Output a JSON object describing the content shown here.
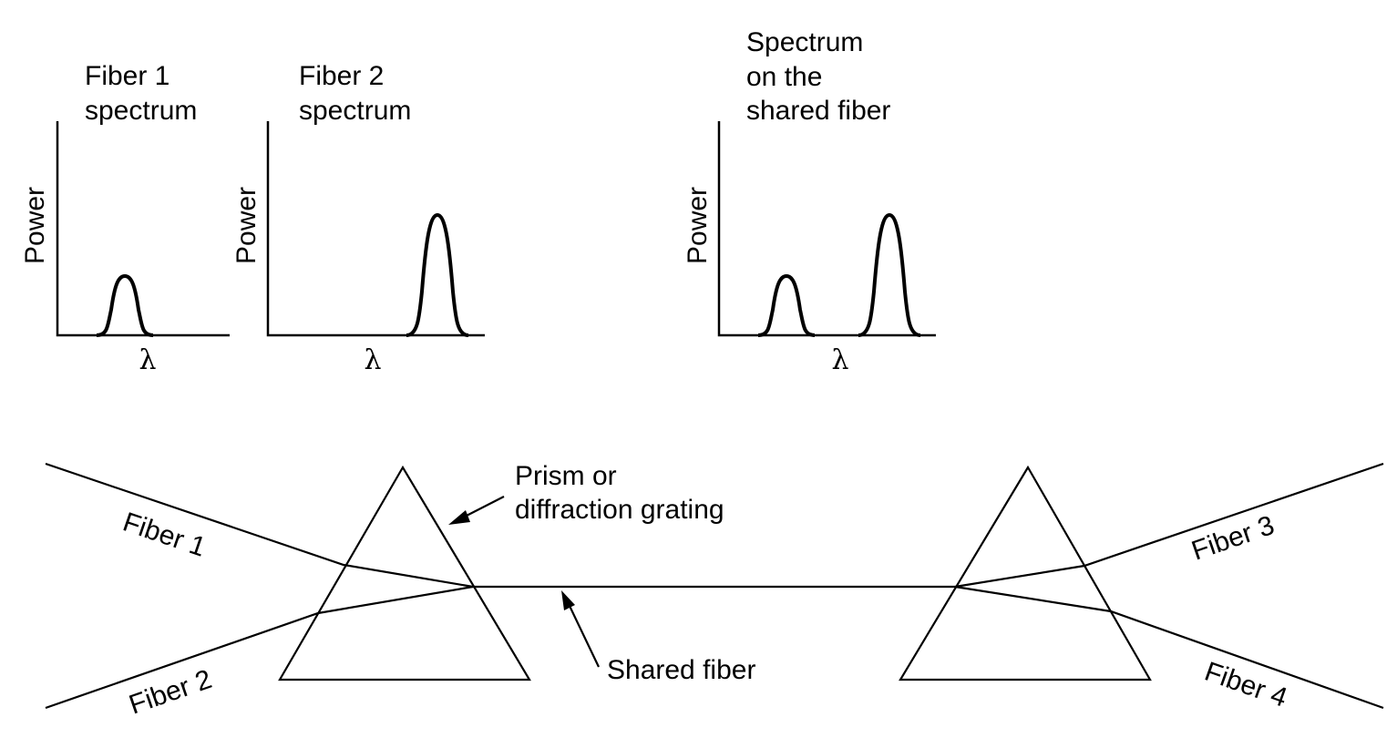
{
  "panels": [
    {
      "title_line1": "Fiber 1",
      "title_line2": "spectrum",
      "title_line3": "",
      "ylabel": "Power",
      "xlabel": "λ"
    },
    {
      "title_line1": "Fiber 2",
      "title_line2": "spectrum",
      "title_line3": "",
      "ylabel": "Power",
      "xlabel": "λ"
    },
    {
      "title_line1": "Spectrum",
      "title_line2": "on the",
      "title_line3": "shared fiber",
      "ylabel": "Power",
      "xlabel": "λ"
    }
  ],
  "labels": {
    "fiber1": "Fiber 1",
    "fiber2": "Fiber 2",
    "fiber3": "Fiber 3",
    "fiber4": "Fiber 4",
    "prism_line1": "Prism or",
    "prism_line2": "diffraction grating",
    "shared_fiber": "Shared fiber"
  }
}
